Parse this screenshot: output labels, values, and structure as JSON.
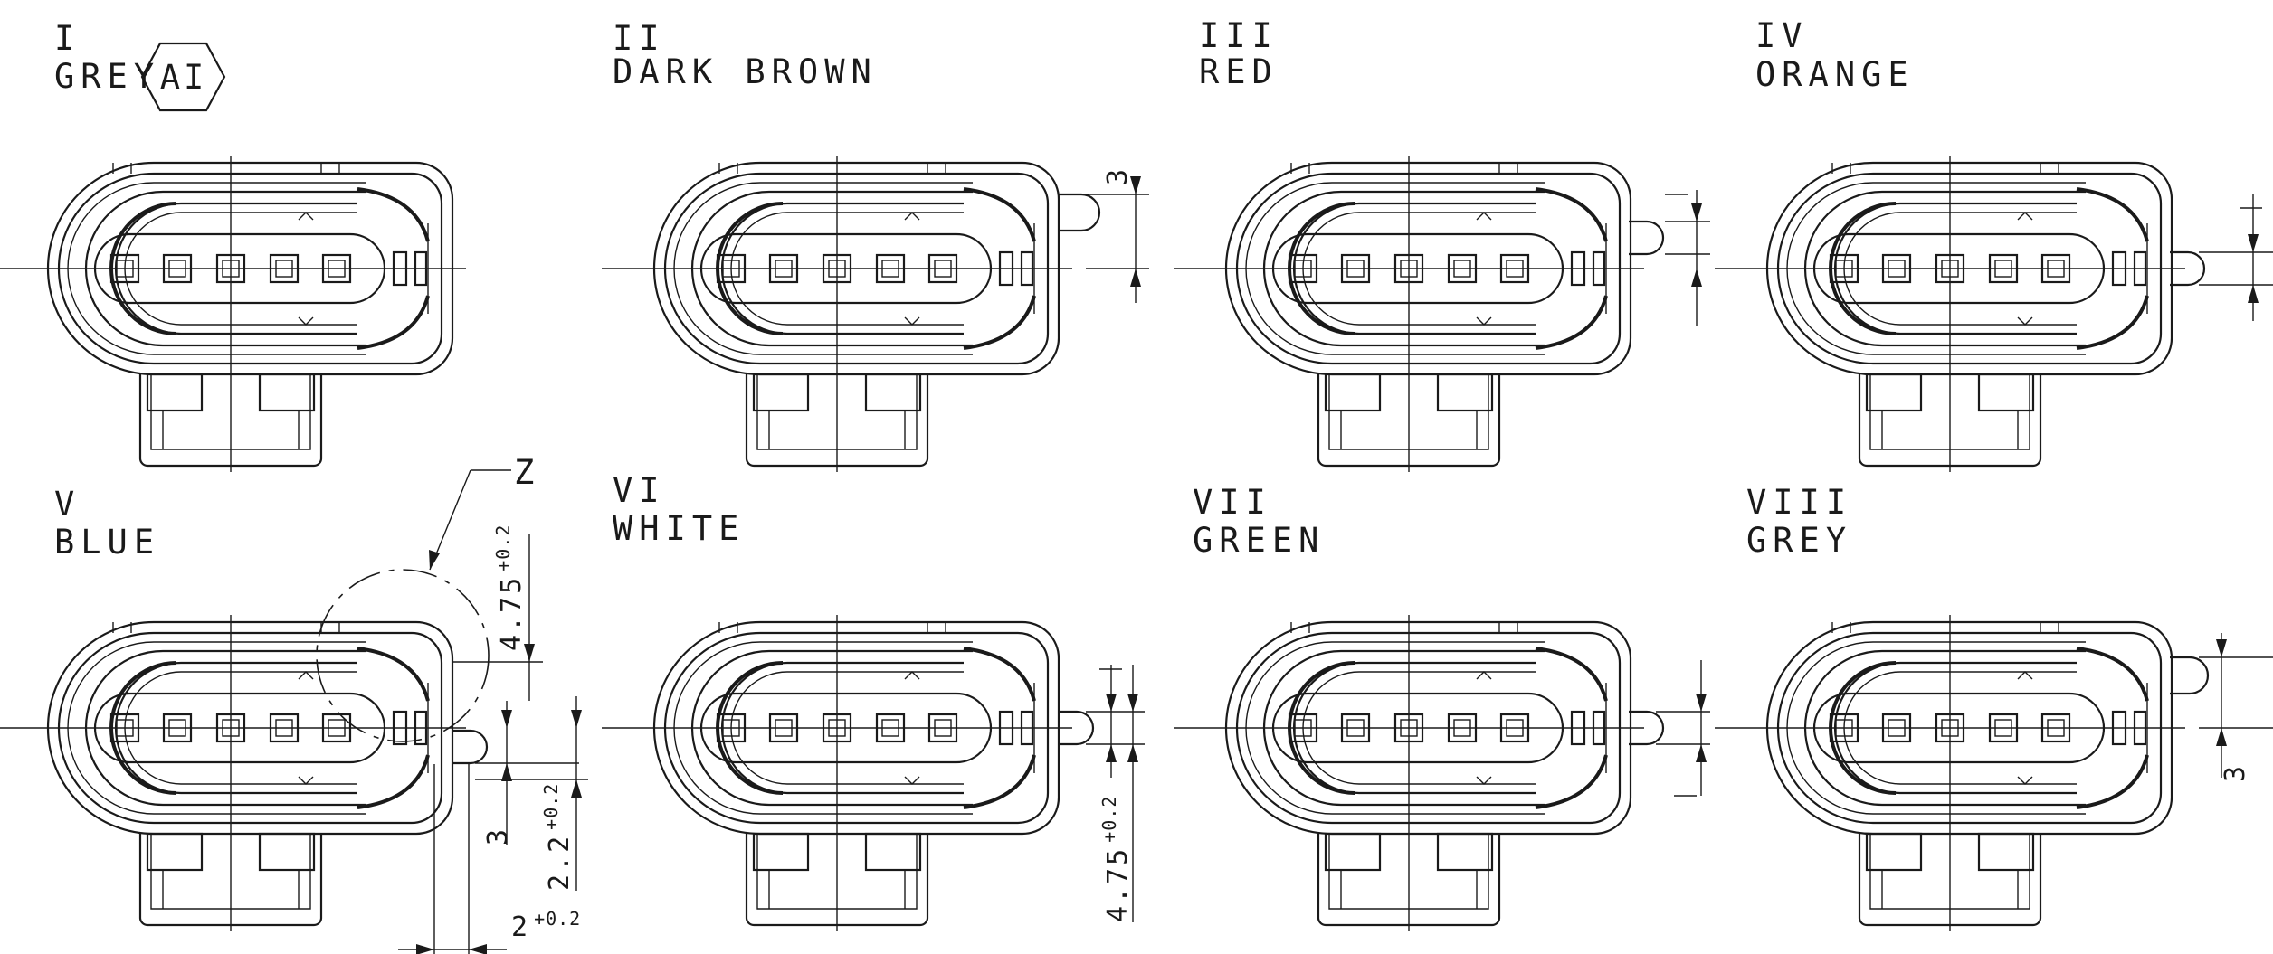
{
  "views": [
    {
      "numeral": "I",
      "color": "GREY",
      "badge": "AI",
      "key": "none"
    },
    {
      "numeral": "II",
      "color": "DARK BROWN",
      "key": "top"
    },
    {
      "numeral": "III",
      "color": "RED",
      "key": "upper"
    },
    {
      "numeral": "IV",
      "color": "ORANGE",
      "key": "center"
    },
    {
      "numeral": "V",
      "color": "BLUE",
      "key": "low"
    },
    {
      "numeral": "VI",
      "color": "WHITE",
      "key": "center"
    },
    {
      "numeral": "VII",
      "color": "GREEN",
      "key": "center"
    },
    {
      "numeral": "VIII",
      "color": "GREY",
      "key": "top"
    }
  ],
  "detail_callout": "Z",
  "dimensions": {
    "d3": "3",
    "d475_base": "4.75",
    "d475_tol": "+0.2",
    "d22_base": "2.2",
    "d22_tol": "+0.2",
    "d2_base": "2",
    "d2_tol": "+0.2"
  },
  "pin_count": 5
}
